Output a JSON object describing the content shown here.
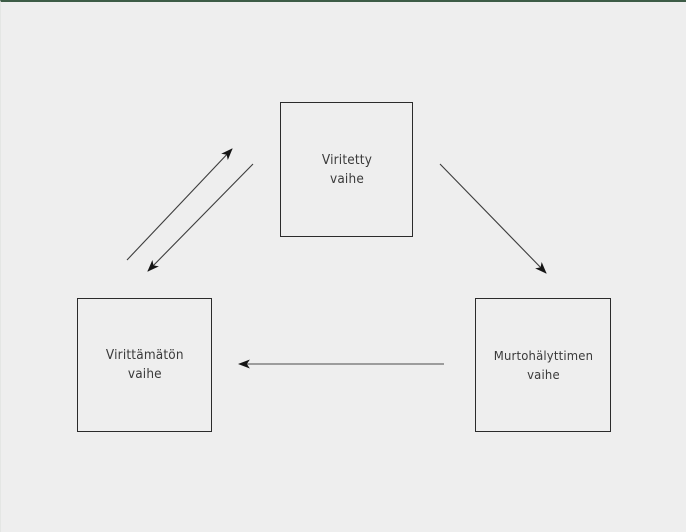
{
  "diagram": {
    "title": "",
    "background_color": "#eeeeee",
    "border_color": "#3d5c46",
    "node_border_color": "#2b2b2b",
    "text_color": "#3a3a3a",
    "arrow_color": "#2b2b2b",
    "nodes": [
      {
        "id": "tuned",
        "label": "Viritetty\nvaihe",
        "line1": "Viritetty",
        "line2": "vaihe"
      },
      {
        "id": "untuned",
        "label": "Virittämätön\nvaihe",
        "line1": "Virittämätön",
        "line2": "vaihe"
      },
      {
        "id": "alarm",
        "label": "Murtohälyttimen\nvaihe",
        "line1": "Murtohälyttimen",
        "line2": "vaihe"
      }
    ],
    "edges": [
      {
        "id": "untuned-to-tuned",
        "from": "untuned",
        "to": "tuned",
        "direction": "up-right"
      },
      {
        "id": "tuned-to-untuned",
        "from": "tuned",
        "to": "untuned",
        "direction": "down-left"
      },
      {
        "id": "tuned-to-alarm",
        "from": "tuned",
        "to": "alarm",
        "direction": "down-right"
      },
      {
        "id": "alarm-to-untuned",
        "from": "alarm",
        "to": "untuned",
        "direction": "left"
      }
    ]
  }
}
